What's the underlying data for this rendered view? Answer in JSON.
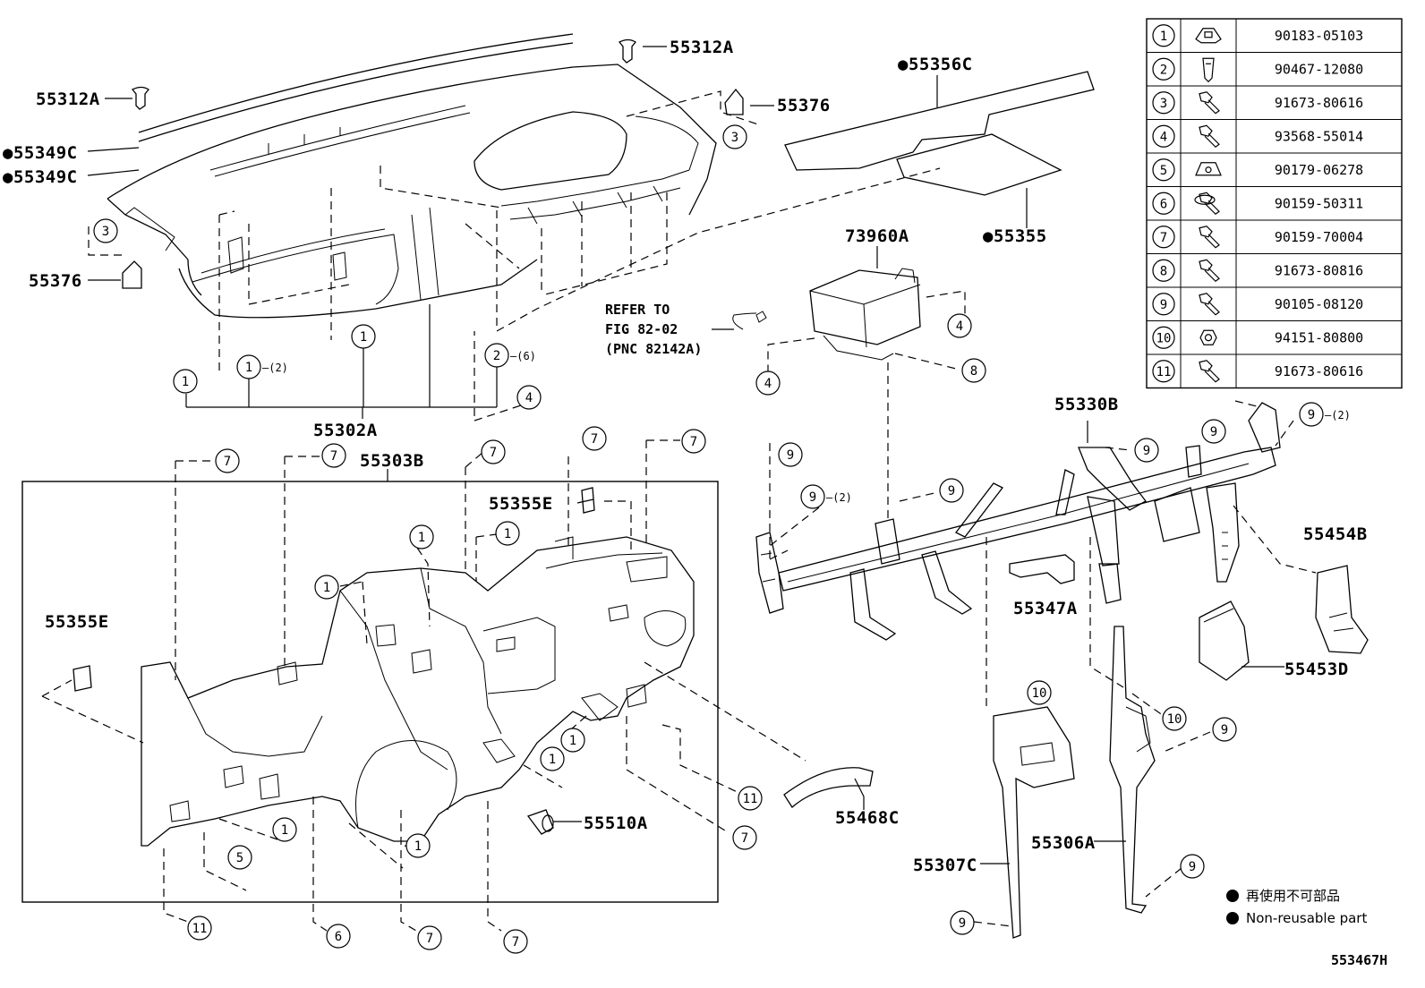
{
  "labels": {
    "l55312A_left": "55312A",
    "l55312A_top": "55312A",
    "l55349C_a": "●55349C",
    "l55349C_b": "●55349C",
    "l55376_right": "55376",
    "l55376_left": "55376",
    "l55356C": "●55356C",
    "l55355": "●55355",
    "l73960A": "73960A",
    "l55302A": "55302A",
    "l55303B": "55303B",
    "l55355E_top": "55355E",
    "l55355E_left": "55355E",
    "l55330B": "55330B",
    "l55454B": "55454B",
    "l55347A": "55347A",
    "l55453D": "55453D",
    "l55510A": "55510A",
    "l55468C": "55468C",
    "l55307C": "55307C",
    "l55306A": "55306A"
  },
  "refer": {
    "line1": "REFER TO",
    "line2": "FIG 82-02",
    "line3": "(PNC 82142A)"
  },
  "callout_qty": {
    "q2": "(2)",
    "q6": "(6)"
  },
  "parts_table": [
    {
      "ref": "1",
      "icon": "clip-icon",
      "part": "90183-05103"
    },
    {
      "ref": "2",
      "icon": "pin-clip-icon",
      "part": "90467-12080"
    },
    {
      "ref": "3",
      "icon": "bolt-icon",
      "part": "91673-80616"
    },
    {
      "ref": "4",
      "icon": "screw-icon",
      "part": "93568-55014"
    },
    {
      "ref": "5",
      "icon": "nut-clip-icon",
      "part": "90179-06278"
    },
    {
      "ref": "6",
      "icon": "flange-bolt-icon",
      "part": "90159-50311"
    },
    {
      "ref": "7",
      "icon": "bolt-icon",
      "part": "90159-70004"
    },
    {
      "ref": "8",
      "icon": "bolt-icon",
      "part": "91673-80816"
    },
    {
      "ref": "9",
      "icon": "bolt-icon",
      "part": "90105-08120"
    },
    {
      "ref": "10",
      "icon": "nut-icon",
      "part": "94151-80800"
    },
    {
      "ref": "11",
      "icon": "bolt-icon",
      "part": "91673-80616"
    }
  ],
  "legend": {
    "jp": "再使用不可部品",
    "en": "Non-reusable part"
  },
  "figure_id": "553467H"
}
